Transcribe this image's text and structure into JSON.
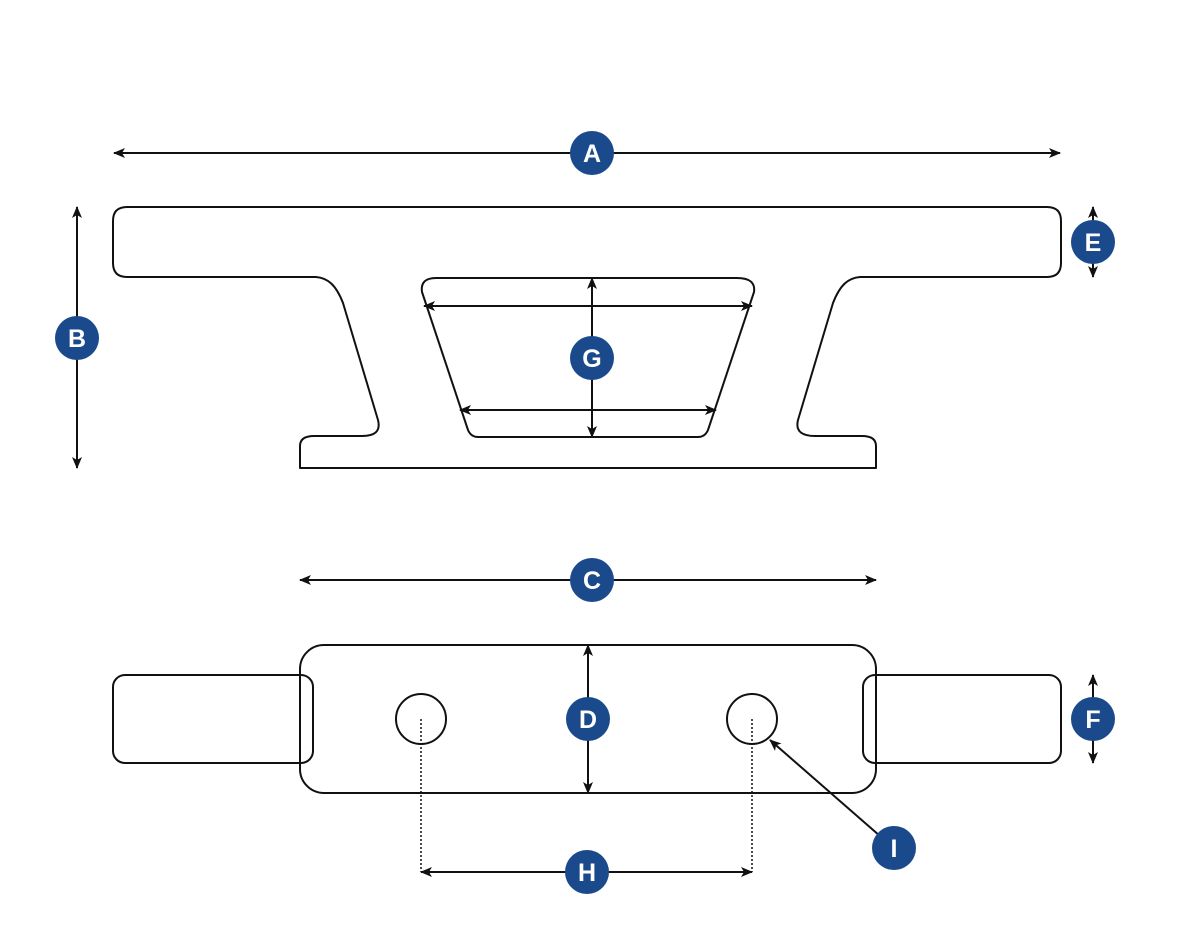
{
  "colors": {
    "badge": "#1b4a8c",
    "line": "#111111",
    "badge_text": "#ffffff"
  },
  "labels": {
    "A": "A",
    "B": "B",
    "C": "C",
    "D": "D",
    "E": "E",
    "F": "F",
    "G": "G",
    "H": "H",
    "I": "I"
  }
}
